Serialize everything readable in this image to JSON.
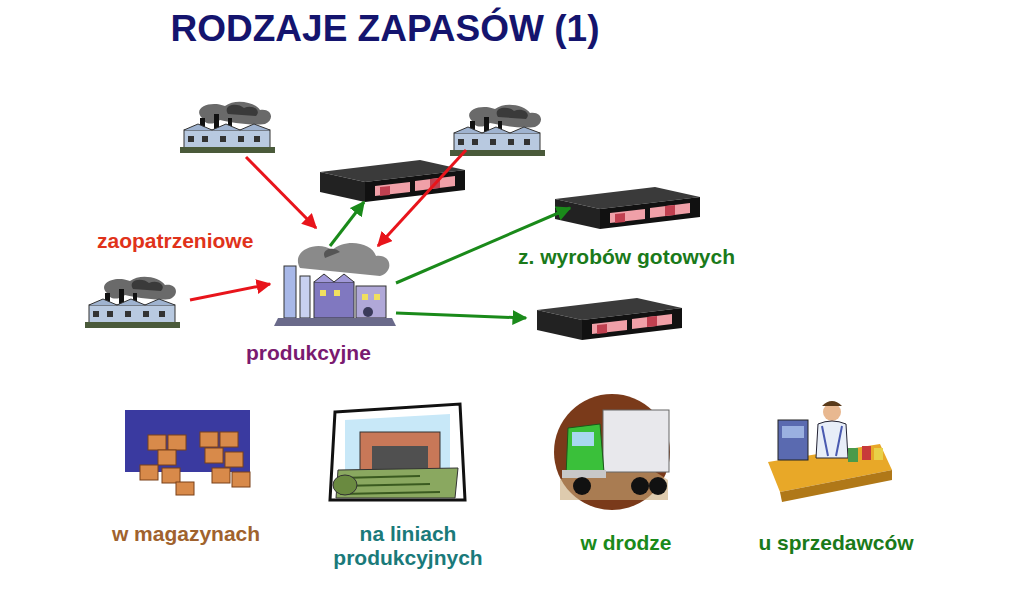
{
  "diagram": {
    "title": "RODZAJE ZAPASÓW (1)",
    "labels": [
      "zaopatrzeniowe",
      "produkcyjne",
      "z. wyrobów gotowych",
      "w magazynach",
      "na liniach produkcyjnych",
      "w drodze",
      "u sprzedawców"
    ]
  }
}
